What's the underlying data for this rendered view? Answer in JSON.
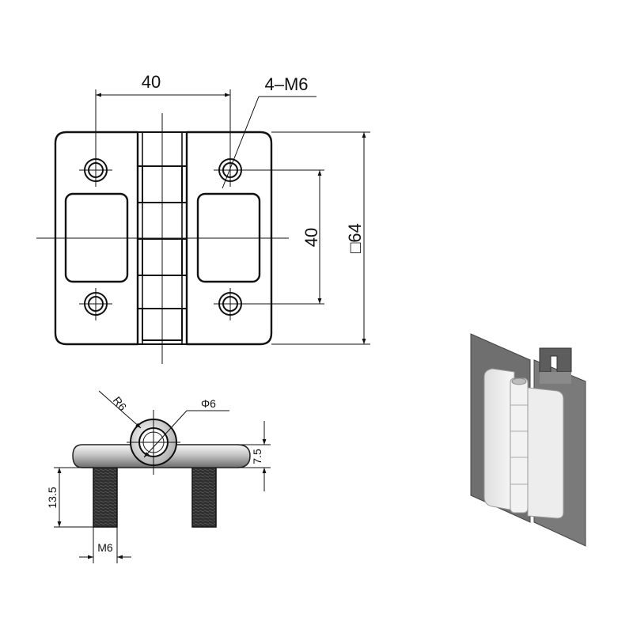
{
  "front_view": {
    "width_dim": "40",
    "thread_callout": "4–M6",
    "height_dim": "40",
    "overall_dim": "□64"
  },
  "side_view": {
    "radius_dim": "R6",
    "diameter_dim": "Φ6",
    "thickness_dim": "7.5",
    "stud_length_dim": "13.5",
    "stud_thread_dim": "M6"
  },
  "colors": {
    "line": "#111111",
    "thread": "#3a3a3a",
    "panel": "#6e6e6e",
    "hinge": "#e4e4e4"
  }
}
